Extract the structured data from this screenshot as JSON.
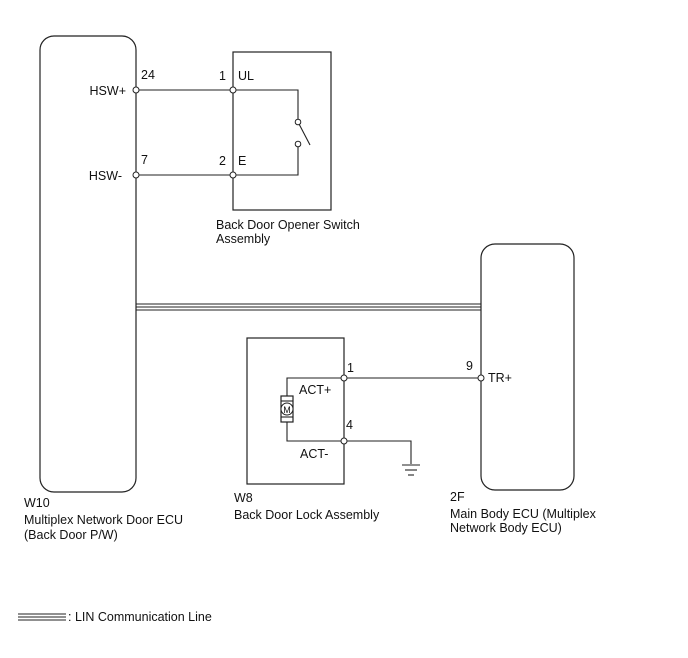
{
  "components": {
    "w10": {
      "code": "W10",
      "name_line1": "Multiplex Network Door ECU",
      "name_line2": "(Back Door P/W)",
      "terminals": {
        "hsw_plus": {
          "pin": "24",
          "label": "HSW+"
        },
        "hsw_minus": {
          "pin": "7",
          "label": "HSW-"
        }
      }
    },
    "opener_switch": {
      "name_line1": "Back Door Opener Switch",
      "name_line2": "Assembly",
      "terminals": {
        "ul": {
          "pin": "1",
          "label": "UL"
        },
        "e": {
          "pin": "2",
          "label": "E"
        }
      }
    },
    "w8": {
      "code": "W8",
      "name": "Back Door Lock Assembly",
      "motor_symbol": "M",
      "terminals": {
        "act_plus": {
          "pin": "1",
          "label": "ACT+"
        },
        "act_minus": {
          "pin": "4",
          "label": "ACT-"
        }
      }
    },
    "f2": {
      "code": "2F",
      "name_line1": "Main Body ECU (Multiplex",
      "name_line2": "Network Body ECU)",
      "terminals": {
        "tr_plus": {
          "pin": "9",
          "label": "TR+"
        }
      }
    }
  },
  "legend": {
    "text": ": LIN Communication Line"
  },
  "icons": {
    "motor": "motor-icon",
    "ground": "ground-icon",
    "switch": "switch-icon",
    "lin_line": "lin-line-icon"
  }
}
